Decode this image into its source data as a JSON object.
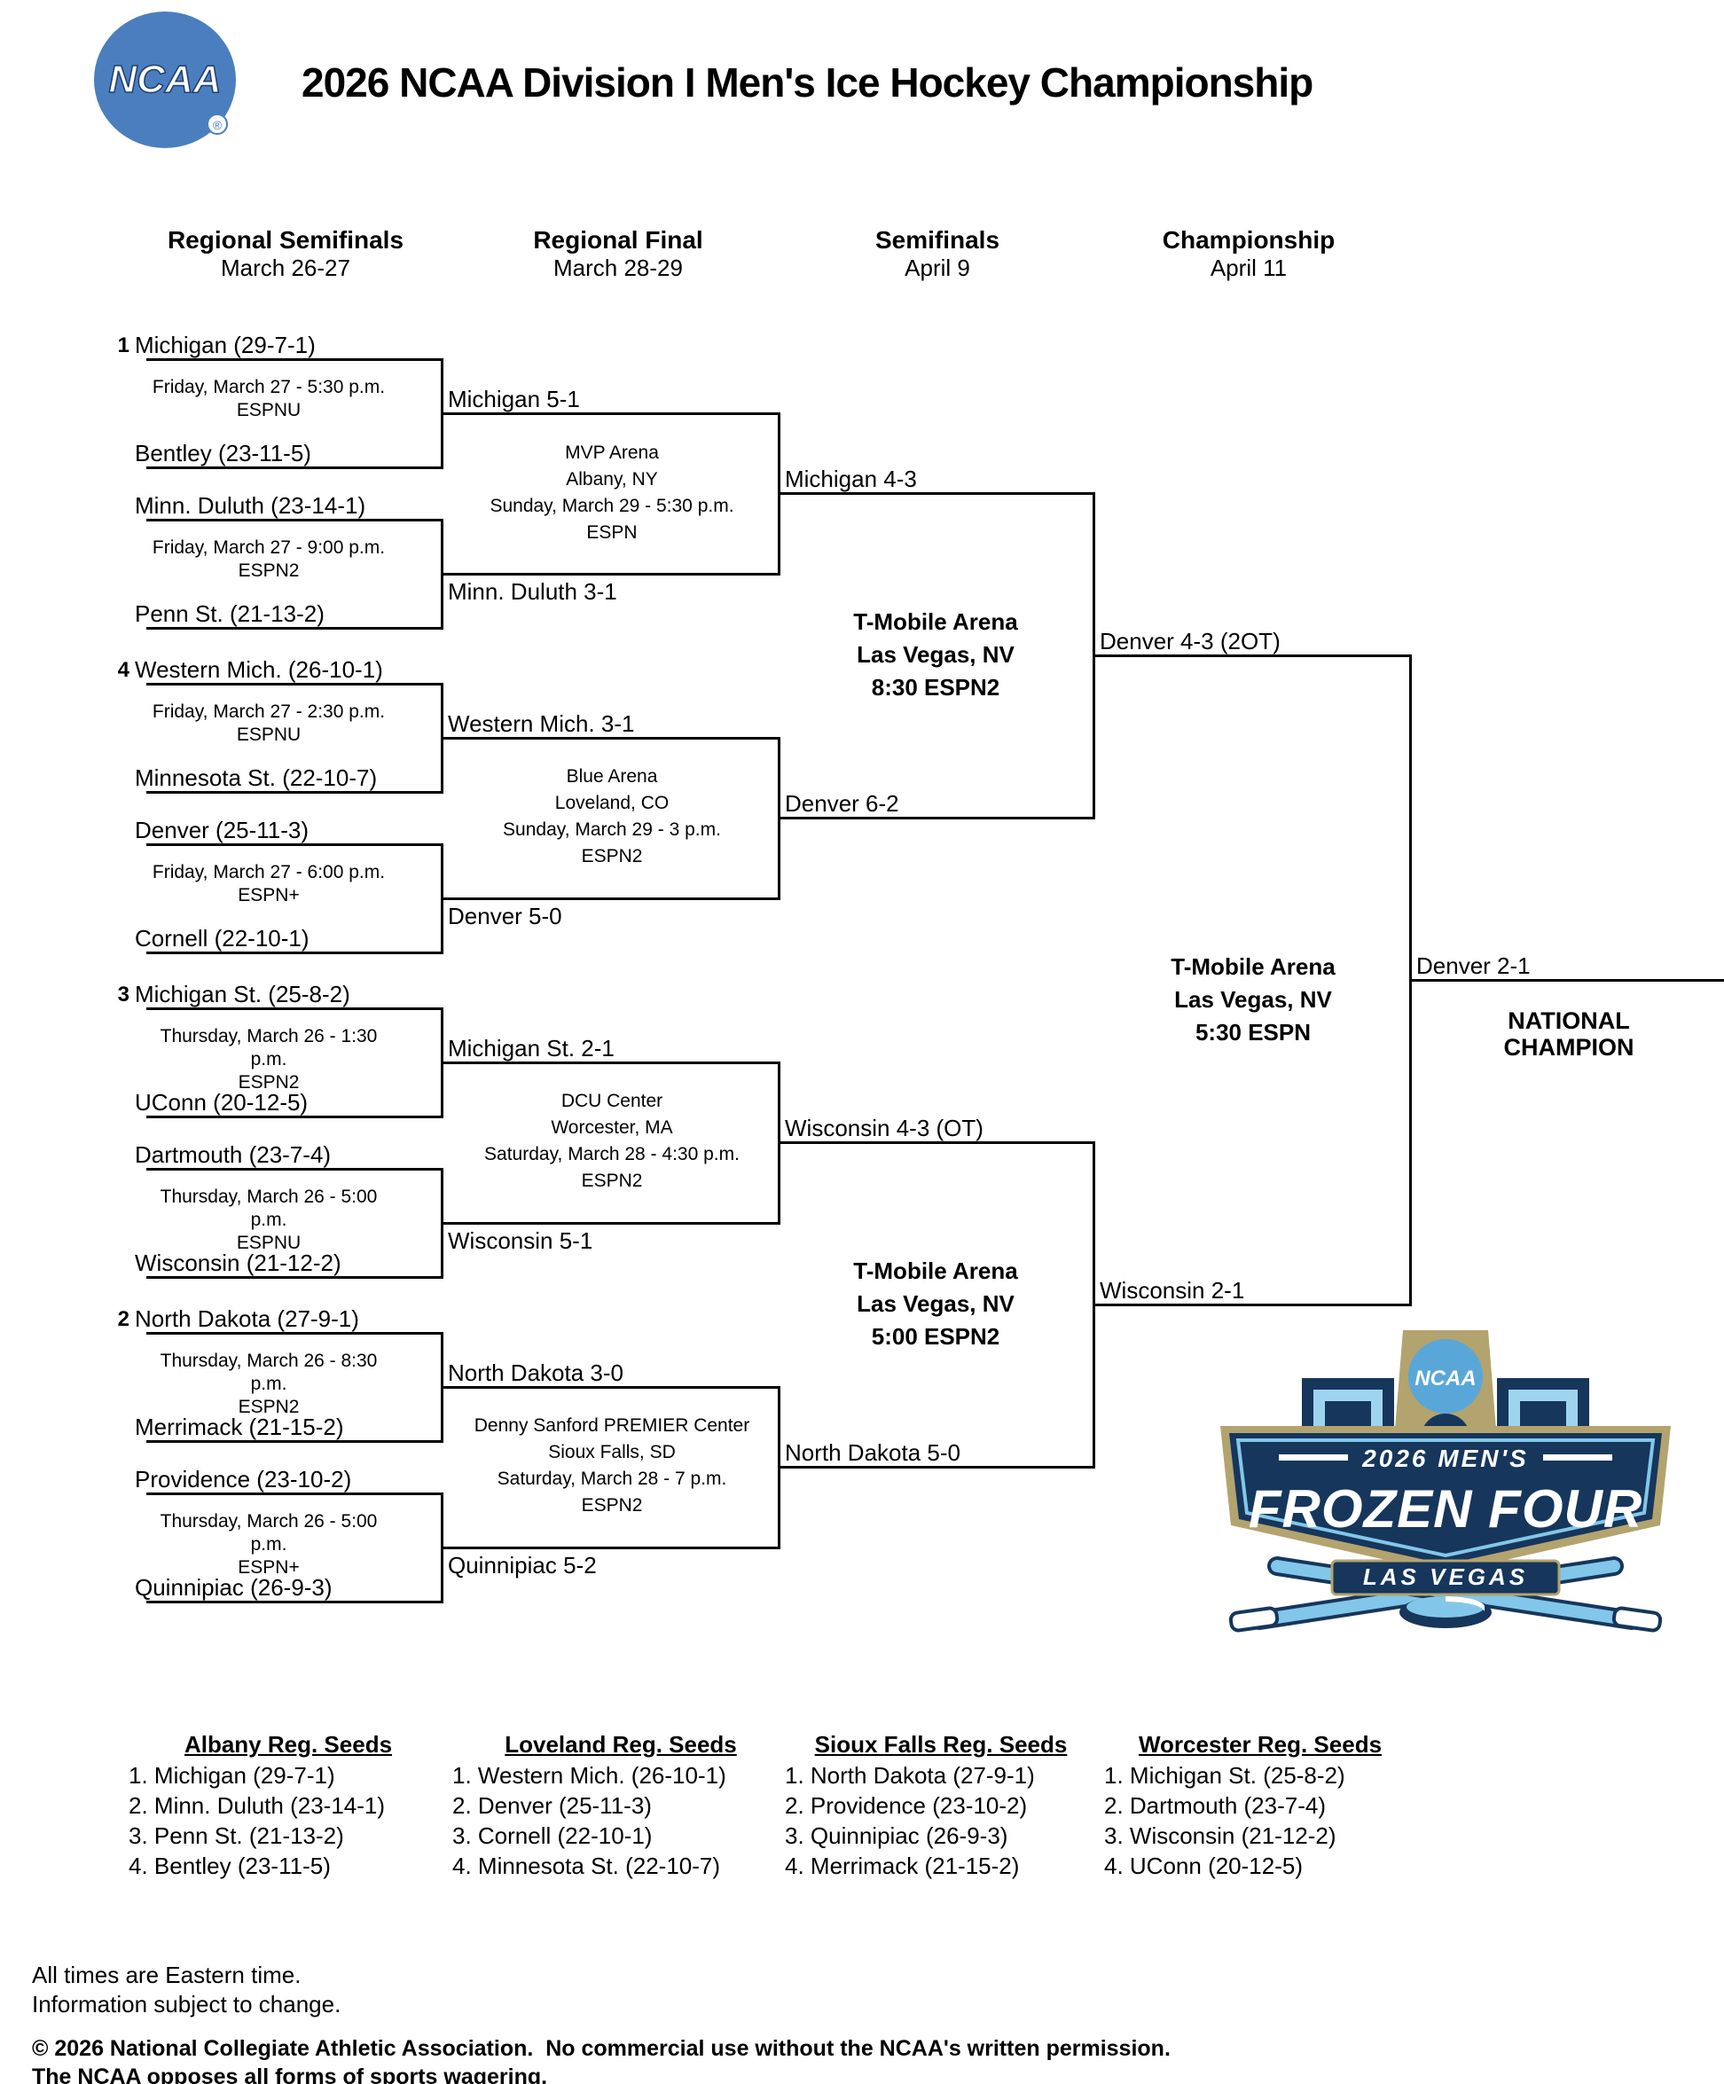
{
  "header": {
    "title": "2026 NCAA Division I Men's Ice Hockey Championship",
    "ncaa_logo_text": "NCAA",
    "registered_mark": "®"
  },
  "rounds": [
    {
      "label": "Regional Semifinals",
      "dates": "March 26-27"
    },
    {
      "label": "Regional Final",
      "dates": "March 28-29"
    },
    {
      "label": "Semifinals",
      "dates": "April 9"
    },
    {
      "label": "Championship",
      "dates": "April 11"
    }
  ],
  "bracket": {
    "teams": [
      {
        "seed": "1",
        "name": "Michigan (29-7-1)"
      },
      {
        "seed": "",
        "name": "Bentley (23-11-5)"
      },
      {
        "seed": "",
        "name": "Minn. Duluth (23-14-1)"
      },
      {
        "seed": "",
        "name": "Penn St. (21-13-2)"
      },
      {
        "seed": "4",
        "name": "Western Mich. (26-10-1)"
      },
      {
        "seed": "",
        "name": "Minnesota St. (22-10-7)"
      },
      {
        "seed": "",
        "name": "Denver (25-11-3)"
      },
      {
        "seed": "",
        "name": "Cornell (22-10-1)"
      },
      {
        "seed": "3",
        "name": "Michigan St. (25-8-2)"
      },
      {
        "seed": "",
        "name": "UConn (20-12-5)"
      },
      {
        "seed": "",
        "name": "Dartmouth (23-7-4)"
      },
      {
        "seed": "",
        "name": "Wisconsin (21-12-2)"
      },
      {
        "seed": "2",
        "name": "North Dakota (27-9-1)"
      },
      {
        "seed": "",
        "name": "Merrimack (21-15-2)"
      },
      {
        "seed": "",
        "name": "Providence (23-10-2)"
      },
      {
        "seed": "",
        "name": "Quinnipiac (26-9-3)"
      }
    ],
    "first_round_games": [
      {
        "datetime": "Friday, March 27 - 5:30 p.m.",
        "network": "ESPNU"
      },
      {
        "datetime": "Friday, March 27 - 9:00 p.m.",
        "network": "ESPN2"
      },
      {
        "datetime": "Friday, March 27 - 2:30 p.m.",
        "network": "ESPNU"
      },
      {
        "datetime": "Friday, March 27 - 6:00 p.m.",
        "network": "ESPN+"
      },
      {
        "datetime": "Thursday, March 26 - 1:30 p.m.",
        "network": "ESPN2"
      },
      {
        "datetime": "Thursday, March 26 - 5:00 p.m.",
        "network": "ESPNU"
      },
      {
        "datetime": "Thursday, March 26 - 8:30 p.m.",
        "network": "ESPN2"
      },
      {
        "datetime": "Thursday, March 26 - 5:00 p.m.",
        "network": "ESPN+"
      }
    ],
    "first_round_winners": [
      "Michigan 5-1",
      "Minn. Duluth 3-1",
      "Western Mich. 3-1",
      "Denver 5-0",
      "Michigan St. 2-1",
      "Wisconsin 5-1",
      "North Dakota 3-0",
      "Quinnipiac 5-2"
    ],
    "regional_finals": [
      {
        "venue": "MVP Arena",
        "location": "Albany, NY",
        "datetime": "Sunday, March 29 - 5:30 p.m.",
        "network": "ESPN",
        "winner": "Michigan 4-3"
      },
      {
        "venue": "Blue Arena",
        "location": "Loveland, CO",
        "datetime": "Sunday, March 29 - 3 p.m.",
        "network": "ESPN2",
        "winner": "Denver 6-2"
      },
      {
        "venue": "DCU Center",
        "location": "Worcester, MA",
        "datetime": "Saturday, March 28 - 4:30 p.m.",
        "network": "ESPN2",
        "winner": "Wisconsin 4-3 (OT)"
      },
      {
        "venue": "Denny Sanford PREMIER Center",
        "location": "Sioux Falls, SD",
        "datetime": "Saturday, March 28 - 7 p.m.",
        "network": "ESPN2",
        "winner": "North Dakota 5-0"
      }
    ],
    "semifinals": [
      {
        "venue": "T-Mobile Arena",
        "location": "Las Vegas, NV",
        "time_network": "8:30 ESPN2",
        "winner": "Denver 4-3 (2OT)"
      },
      {
        "venue": "T-Mobile Arena",
        "location": "Las Vegas, NV",
        "time_network": "5:00 ESPN2",
        "winner": "Wisconsin 2-1"
      }
    ],
    "championship": {
      "venue": "T-Mobile Arena",
      "location": "Las Vegas, NV",
      "time_network": "5:30 ESPN",
      "winner": "Denver 2-1",
      "champion_line1": "NATIONAL",
      "champion_line2": "CHAMPION"
    }
  },
  "frozen_four_logo": {
    "ncaa": "NCAA",
    "year_line": "2026 MEN'S",
    "title": "FROZEN FOUR",
    "city": "LAS VEGAS",
    "colors": {
      "navy": "#16365c",
      "light_blue": "#82c7e9",
      "tan": "#b3a36e",
      "circle_blue": "#58a7d8"
    }
  },
  "seeds": [
    {
      "title": "Albany Reg. Seeds",
      "items": [
        "1. Michigan (29-7-1)",
        "2. Minn. Duluth (23-14-1)",
        "3. Penn St. (21-13-2)",
        "4. Bentley (23-11-5)"
      ]
    },
    {
      "title": "Loveland Reg. Seeds",
      "items": [
        "1. Western Mich. (26-10-1)",
        "2. Denver (25-11-3)",
        "3. Cornell (22-10-1)",
        "4. Minnesota St. (22-10-7)"
      ]
    },
    {
      "title": "Sioux Falls Reg. Seeds",
      "items": [
        "1. North Dakota (27-9-1)",
        "2. Providence (23-10-2)",
        "3. Quinnipiac (26-9-3)",
        "4. Merrimack (21-15-2)"
      ]
    },
    {
      "title": "Worcester Reg. Seeds",
      "items": [
        "1. Michigan St. (25-8-2)",
        "2. Dartmouth (23-7-4)",
        "3. Wisconsin (21-12-2)",
        "4. UConn (20-12-5)"
      ]
    }
  ],
  "footer": {
    "note1": "All times are Eastern time.",
    "note2": "Information subject to change.",
    "copyright1": "© 2026 National Collegiate Athletic Association.  No commercial use without the NCAA's written permission.",
    "copyright2": "The NCAA opposes all forms of sports wagering."
  }
}
